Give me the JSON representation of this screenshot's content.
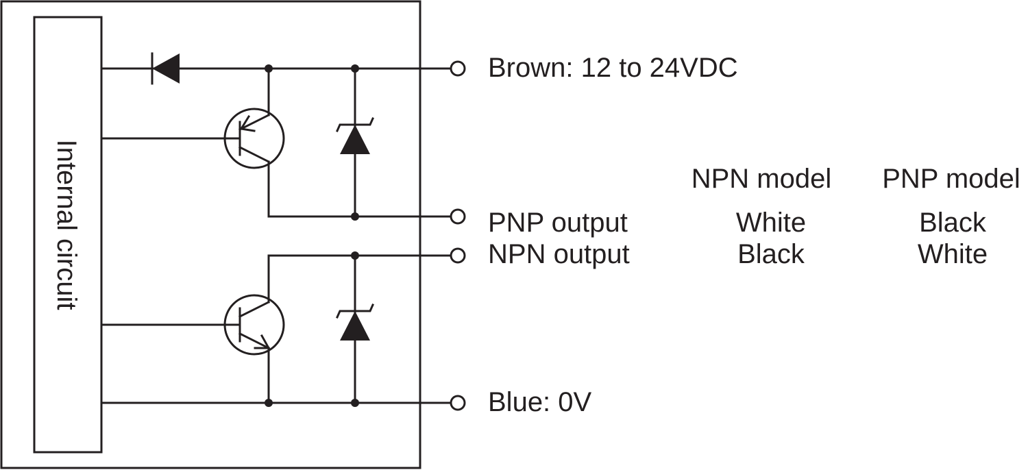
{
  "internal_circuit_label": "Internal circuit",
  "terminals": {
    "brown": "Brown: 12 to 24VDC",
    "pnp_output": "PNP output",
    "npn_output": "NPN output",
    "blue": "Blue: 0V"
  },
  "wiring_table": {
    "headers": [
      "NPN model",
      "PNP model"
    ],
    "rows": [
      {
        "npn_model": "White",
        "pnp_model": "Black"
      },
      {
        "npn_model": "Black",
        "pnp_model": "White"
      }
    ]
  },
  "colors": {
    "ink": "#231f20",
    "background": "#ffffff"
  }
}
